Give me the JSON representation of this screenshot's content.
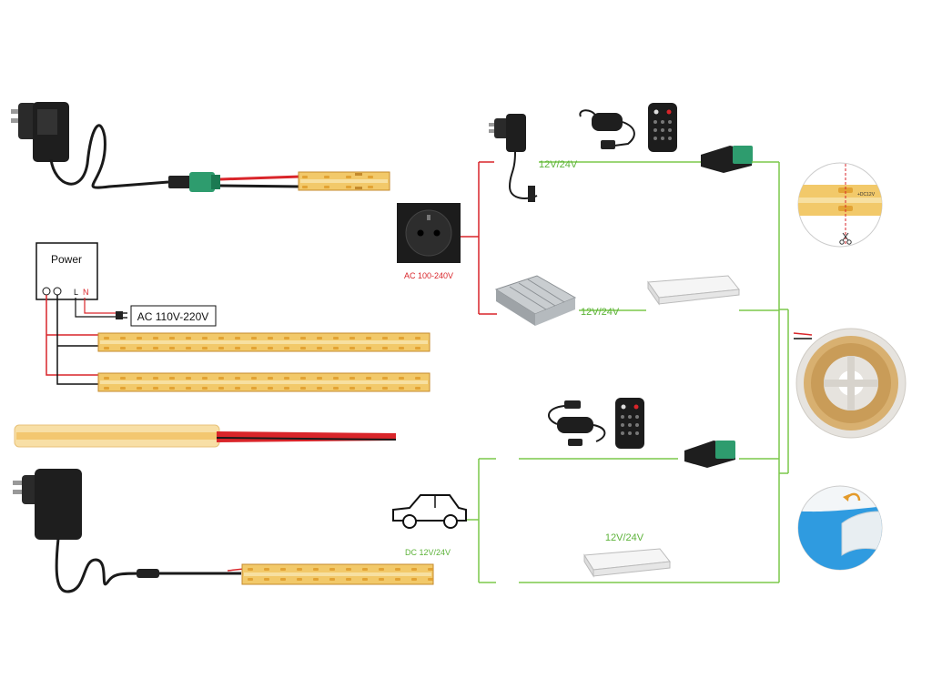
{
  "labels": {
    "power_box": "Power",
    "terminal_l": "L",
    "terminal_n": "N",
    "ac_input": "AC 110V-220V",
    "socket_voltage": "AC 100-240V",
    "adapter_output": "12V/24V",
    "psu_output": "12V/24V",
    "car_voltage": "DC 12V/24V",
    "controller_output": "12V/24V",
    "cut_mark": "+DC12V"
  },
  "colors": {
    "green_wire": "#7bc94a",
    "red_wire": "#d9252a",
    "led_yellow": "#f2c96a",
    "led_chip": "#e2a334",
    "strip_edge": "#c48a2c",
    "tape_blue": "#2f9be0"
  },
  "icons": {
    "wall_adapter": "wall-adapter-icon",
    "remote": "remote-control-icon",
    "dimmer": "inline-dimmer-icon",
    "dc_connector": "dc-connector-icon",
    "socket": "wall-socket-icon",
    "psu": "power-supply-icon",
    "controller": "led-controller-icon",
    "car": "car-icon",
    "scissors": "scissors-icon",
    "reel": "led-reel-icon",
    "tape": "adhesive-tape-icon"
  }
}
